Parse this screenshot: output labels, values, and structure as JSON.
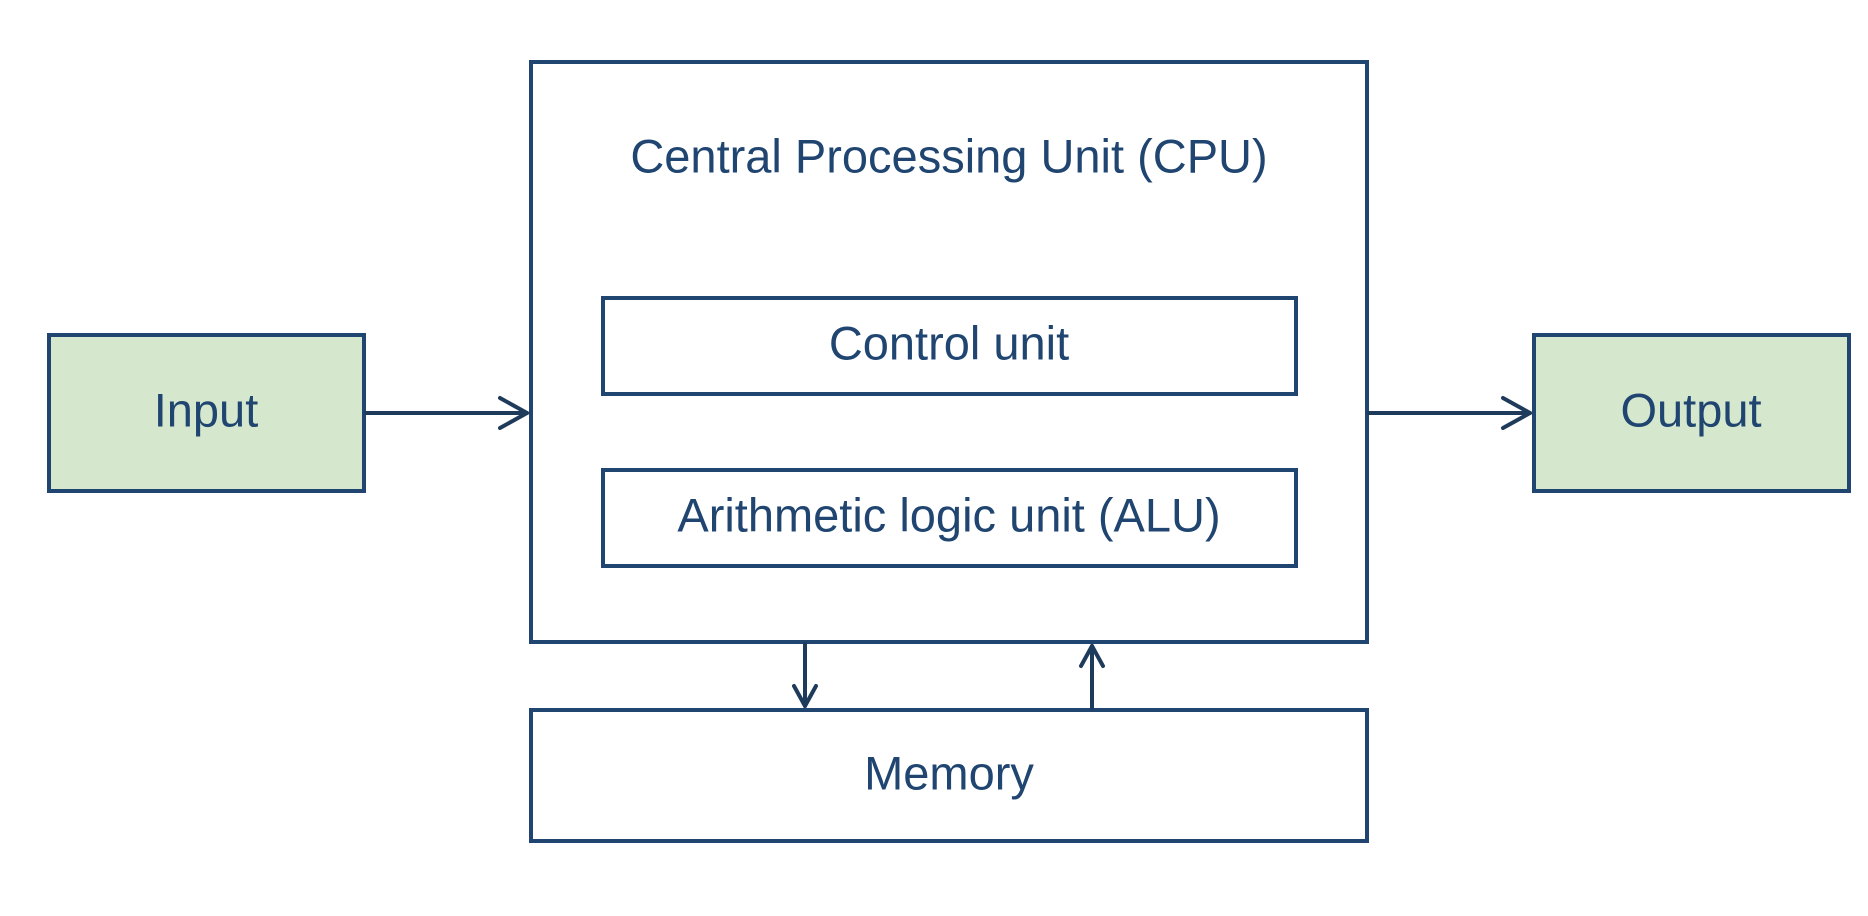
{
  "diagram": {
    "input_label": "Input",
    "output_label": "Output",
    "cpu_label": "Central Processing Unit (CPU)",
    "control_unit_label": "Control unit",
    "alu_label": "Arithmetic logic unit (ALU)",
    "memory_label": "Memory"
  },
  "colors": {
    "stroke": "#1f4570",
    "io_fill": "#d5e8ce",
    "box_fill": "#ffffff"
  }
}
